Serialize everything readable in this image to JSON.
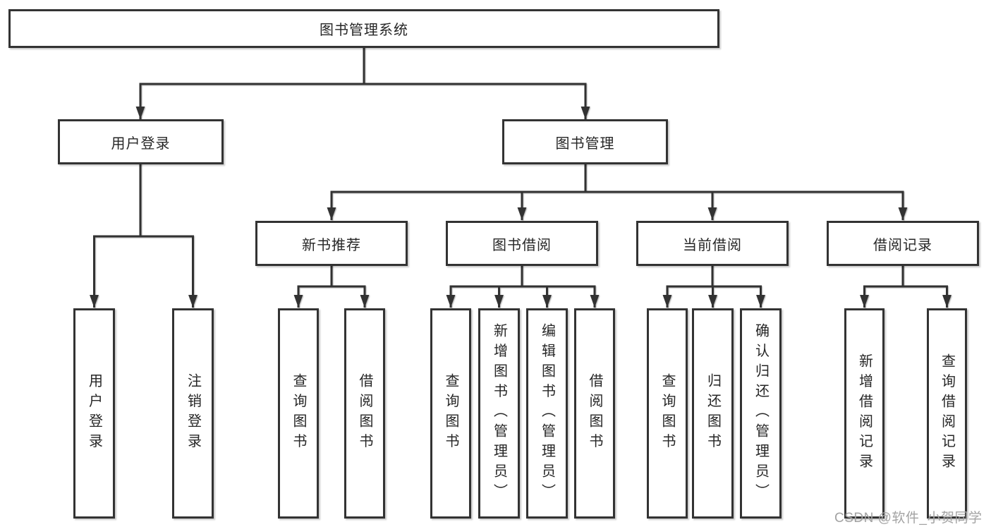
{
  "diagram": {
    "type": "hierarchy-tree",
    "colors": {
      "line": "#333333",
      "box_border": "#333333",
      "box_fill": "#ffffff",
      "text": "#262626",
      "watermark": "#a3a3a3",
      "background": "#ffffff"
    }
  },
  "tree": {
    "label": "图书管理系统",
    "children": [
      {
        "label": "用户登录",
        "children": [
          {
            "label": "用户登录"
          },
          {
            "label": "注销登录"
          }
        ]
      },
      {
        "label": "图书管理",
        "children": [
          {
            "label": "新书推荐",
            "children": [
              {
                "label": "查询图书"
              },
              {
                "label": "借阅图书"
              }
            ]
          },
          {
            "label": "图书借阅",
            "children": [
              {
                "label": "查询图书"
              },
              {
                "label": "新增图书（管理员）"
              },
              {
                "label": "编辑图书（管理员）"
              },
              {
                "label": "借阅图书"
              }
            ]
          },
          {
            "label": "当前借阅",
            "children": [
              {
                "label": "查询图书"
              },
              {
                "label": "归还图书"
              },
              {
                "label": "确认归还（管理员）"
              }
            ]
          },
          {
            "label": "借阅记录",
            "children": [
              {
                "label": "新增借阅记录"
              },
              {
                "label": "查询借阅记录"
              }
            ]
          }
        ]
      }
    ]
  },
  "watermark": {
    "text": "CSDN @软件_小贺同学"
  }
}
